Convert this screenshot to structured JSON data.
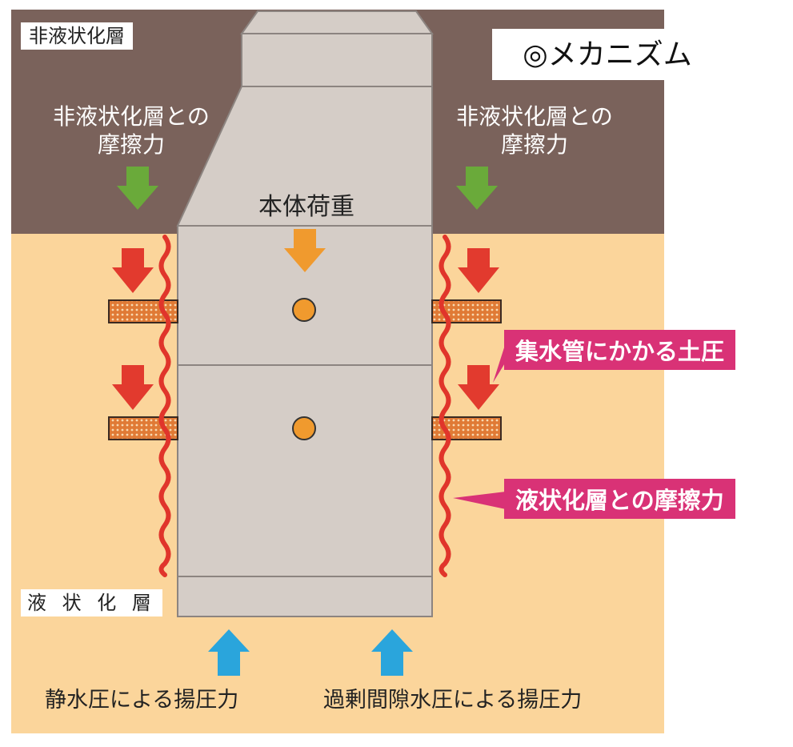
{
  "title": "◎メカニズム",
  "layers": {
    "non_liquefied": "非液状化層",
    "liquefied": "液 状 化 層"
  },
  "forces": {
    "non_liquefied_friction_left": [
      "非液状化層との",
      "摩擦力"
    ],
    "non_liquefied_friction_right": [
      "非液状化層との",
      "摩擦力"
    ],
    "body_load": "本体荷重",
    "pipe_earth_pressure": "集水管にかかる土圧",
    "liquefied_friction": "液状化層との摩擦力",
    "hydrostatic_uplift": "静水圧による揚圧力",
    "excess_pore_uplift": "過剰間隙水圧による揚圧力"
  },
  "colors": {
    "non_liquefied_soil": "#7a625b",
    "liquefied_soil": "#fbd59b",
    "structure": "#d5cdc7",
    "structure_edge": "#8c8480",
    "friction_green": "#6aaa3a",
    "load_orange": "#f09a2e",
    "pressure_red": "#e23a2e",
    "uplift_blue": "#2aa5dc",
    "callout_magenta": "#d93276",
    "wave_red": "#e0352b",
    "pipe": "#e07a35"
  },
  "icons": {
    "down_arrow": "down-arrow-icon",
    "up_arrow": "up-arrow-icon",
    "pipe_hole": "circle-icon"
  }
}
